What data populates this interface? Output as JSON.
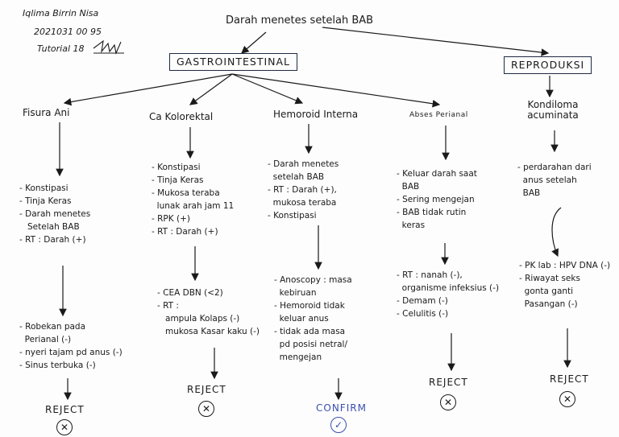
{
  "header": {
    "name": "Iqlima Birrin Nisa",
    "nim": "2021031 00 95",
    "tutorial": "Tutorial 18"
  },
  "title": "Darah menetes setelah BAB",
  "systems": {
    "gastro": "GASTROINTESTINAL",
    "repro": "REPRODUKSI"
  },
  "columns": [
    {
      "name": "Fisura Ani",
      "findings": [
        "- Konstipasi",
        "- Tinja Keras",
        "- Darah menetes",
        "   Setelah BAB",
        "- RT : Darah (+)"
      ],
      "tests": [
        "- Robekan pada",
        "  Perianal (-)",
        "- nyeri tajam pd anus (-)",
        "- Sinus terbuka (-)"
      ],
      "result": "REJECT",
      "mark": "✕"
    },
    {
      "name": "Ca Kolorektal",
      "findings": [
        "- Konstipasi",
        "- Tinja Keras",
        "- Mukosa teraba",
        "  lunak arah jam 11",
        "- RPK (+)",
        "- RT : Darah (+)"
      ],
      "tests": [
        "- CEA DBN (<2)",
        "- RT :",
        "   ampula Kolaps (-)",
        "   mukosa Kasar kaku (-)"
      ],
      "result": "REJECT",
      "mark": "✕"
    },
    {
      "name": "Hemoroid Interna",
      "findings": [
        "- Darah menetes",
        "  setelah BAB",
        "- RT : Darah (+),",
        "  mukosa teraba",
        "- Konstipasi"
      ],
      "tests": [
        "- Anoscopy : masa",
        "  kebiruan",
        "- Hemoroid tidak",
        "  keluar anus",
        "- tidak ada masa",
        "  pd posisi netral/",
        "  mengejan"
      ],
      "result": "CONFIRM",
      "mark": "✓"
    },
    {
      "name": "Abses Perianal",
      "findings": [
        "- Keluar darah saat",
        "  BAB",
        "- Sering mengejan",
        "- BAB tidak rutin",
        "  keras"
      ],
      "tests": [
        "- RT : nanah (-),",
        "  organisme infeksius (-)",
        "- Demam (-)",
        "- Celulitis (-)"
      ],
      "result": "REJECT",
      "mark": "✕"
    },
    {
      "name": "Kondiloma acuminata",
      "findings": [
        "- perdarahan dari",
        "  anus setelah",
        "  BAB"
      ],
      "tests": [
        "- PK lab : HPV DNA (-)",
        "- Riwayat seks",
        "  gonta ganti",
        "  Pasangan (-)"
      ],
      "result": "REJECT",
      "mark": "✕"
    }
  ]
}
